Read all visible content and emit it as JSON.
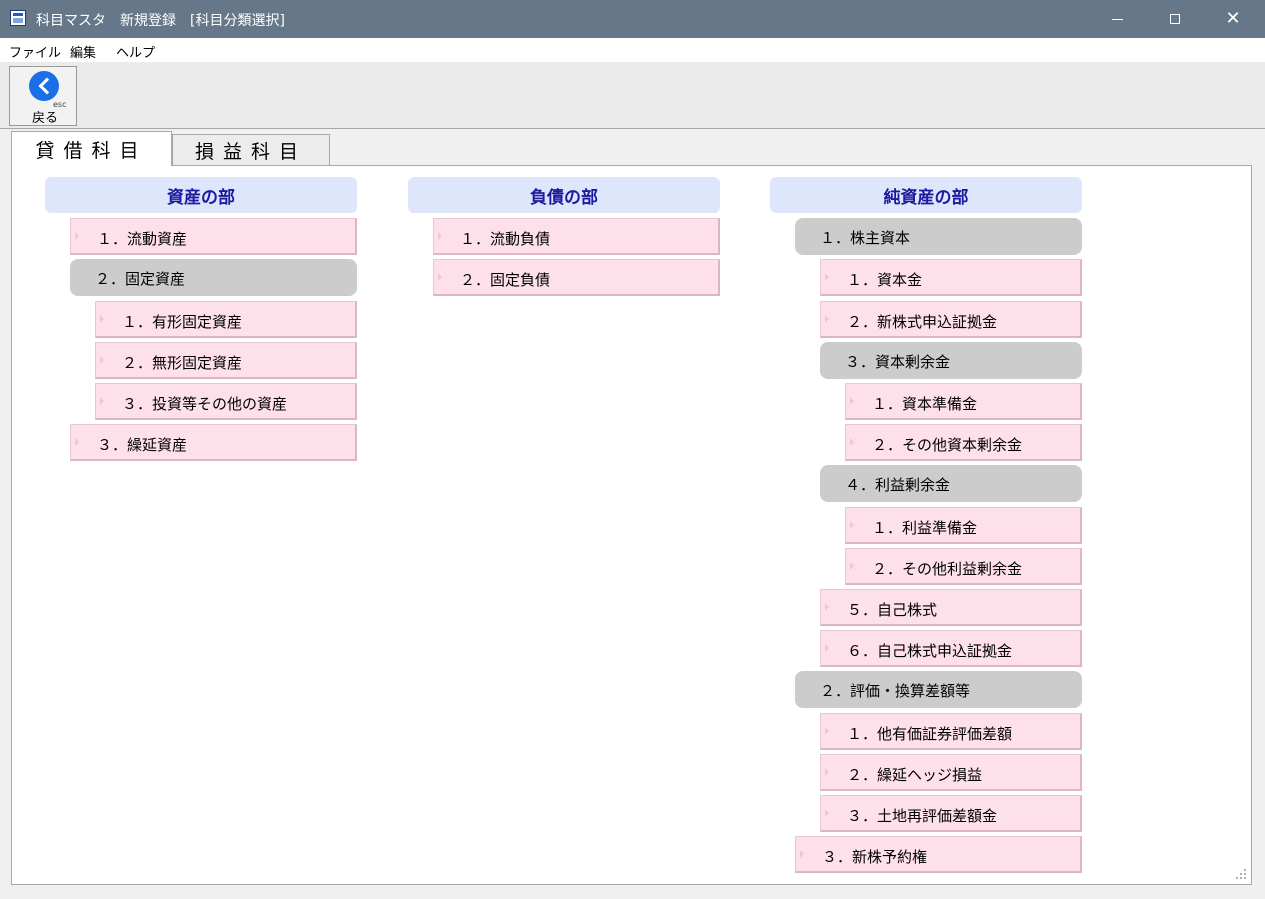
{
  "window": {
    "title": "科目マスタ　新規登録　[科目分類選択]",
    "controls": {
      "minimize": "−",
      "maximize": "□",
      "close": "✕"
    }
  },
  "menu": {
    "items": [
      "ファイル",
      "編集",
      "ヘルプ"
    ]
  },
  "toolbar": {
    "back_label": "戻る",
    "back_shortcut": "esc"
  },
  "tabs": [
    {
      "label": "貸借科目",
      "active": true
    },
    {
      "label": "損益科目",
      "active": false
    }
  ],
  "colors": {
    "header_bg": "#dde6fb",
    "header_text": "#1b1ba0",
    "leaf_bg": "#fde0ea",
    "group_bg": "#cccccc",
    "title_bar": "#667789"
  },
  "sections": [
    {
      "header": "資産の部",
      "items": [
        {
          "label": "１．流動資産",
          "kind": "leaf",
          "level": 1
        },
        {
          "label": "２．固定資産",
          "kind": "group",
          "level": 1
        },
        {
          "label": "１．有形固定資産",
          "kind": "leaf",
          "level": 2
        },
        {
          "label": "２．無形固定資産",
          "kind": "leaf",
          "level": 2
        },
        {
          "label": "３．投資等その他の資産",
          "kind": "leaf",
          "level": 2
        },
        {
          "label": "３．繰延資産",
          "kind": "leaf",
          "level": 1
        }
      ]
    },
    {
      "header": "負債の部",
      "items": [
        {
          "label": "１．流動負債",
          "kind": "leaf",
          "level": 1
        },
        {
          "label": "２．固定負債",
          "kind": "leaf",
          "level": 1
        }
      ]
    },
    {
      "header": "純資産の部",
      "items": [
        {
          "label": "１．株主資本",
          "kind": "group",
          "level": 1
        },
        {
          "label": "１．資本金",
          "kind": "leaf",
          "level": 2
        },
        {
          "label": "２．新株式申込証拠金",
          "kind": "leaf",
          "level": 2
        },
        {
          "label": "３．資本剰余金",
          "kind": "group",
          "level": 2
        },
        {
          "label": "１．資本準備金",
          "kind": "leaf",
          "level": 3
        },
        {
          "label": "２．その他資本剰余金",
          "kind": "leaf",
          "level": 3
        },
        {
          "label": "４．利益剰余金",
          "kind": "group",
          "level": 2
        },
        {
          "label": "１．利益準備金",
          "kind": "leaf",
          "level": 3
        },
        {
          "label": "２．その他利益剰余金",
          "kind": "leaf",
          "level": 3
        },
        {
          "label": "５．自己株式",
          "kind": "leaf",
          "level": 2
        },
        {
          "label": "６．自己株式申込証拠金",
          "kind": "leaf",
          "level": 2
        },
        {
          "label": "２．評価・換算差額等",
          "kind": "group",
          "level": 1
        },
        {
          "label": "１．他有価証券評価差額",
          "kind": "leaf",
          "level": 2
        },
        {
          "label": "２．繰延ヘッジ損益",
          "kind": "leaf",
          "level": 2
        },
        {
          "label": "３．土地再評価差額金",
          "kind": "leaf",
          "level": 2
        },
        {
          "label": "３．新株予約権",
          "kind": "leaf",
          "level": 1
        }
      ]
    }
  ]
}
